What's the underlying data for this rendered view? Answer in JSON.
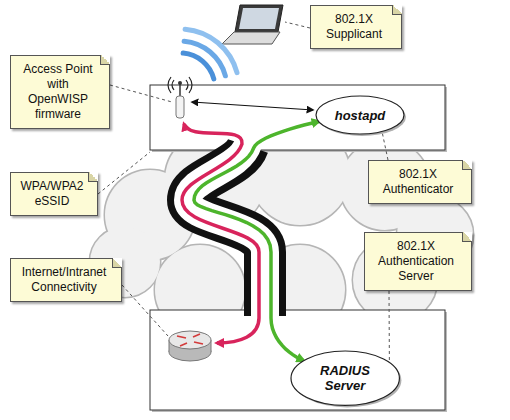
{
  "diagram": {
    "nodes": [
      {
        "text": [
          "802.1X Supplicant"
        ]
      },
      {
        "text": [
          "Access Point with OpenWISP firmware"
        ]
      },
      {
        "text": [
          "hostapd"
        ]
      },
      {
        "text": [
          "WPA/WPA2 eSSID"
        ]
      },
      {
        "text": [
          "802.1X Authenticator"
        ]
      },
      {
        "text": [
          "802.1X Authentication Server"
        ]
      },
      {
        "text": [
          "Internet/Intranet Connectivity"
        ]
      },
      {
        "text": [
          "RADIUS Server"
        ]
      }
    ],
    "edges": [
      {
        "from": 2,
        "to": 7,
        "arrow": "both"
      },
      {
        "from": 4,
        "to": 2,
        "arrow": "none"
      },
      {
        "from": 5,
        "to": 7,
        "arrow": "none"
      }
    ]
  }
}
